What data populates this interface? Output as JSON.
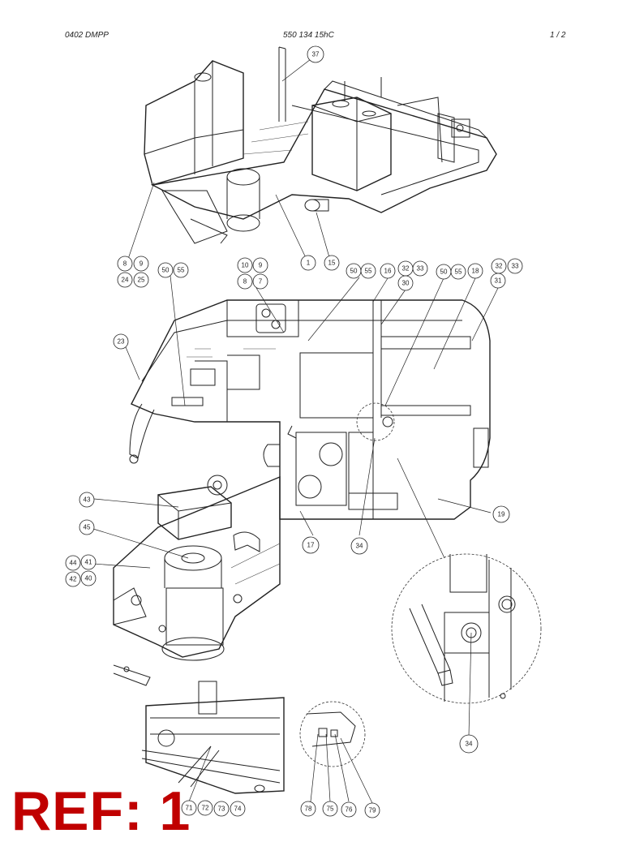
{
  "header": {
    "left": "0402 DMPP",
    "center": "550 134 15hC",
    "right": "1 /   2"
  },
  "reference": "REF: 1",
  "callouts": {
    "c37": "37",
    "c8a": "8",
    "c9a": "9",
    "c24": "24",
    "c25": "25",
    "c50a": "50",
    "c55a": "55",
    "c10": "10",
    "c9b": "9",
    "c8b": "8",
    "c7": "7",
    "c1": "1",
    "c15": "15",
    "c50b": "50",
    "c55b": "55",
    "c16": "16",
    "c32a": "32",
    "c33a": "33",
    "c30": "30",
    "c50c": "50",
    "c55c": "55",
    "c18": "18",
    "c32b": "32",
    "c33b": "33",
    "c31": "31",
    "c23": "23",
    "c43": "43",
    "c45": "45",
    "c44": "44",
    "c41": "41",
    "c42": "42",
    "c40": "40",
    "c17": "17",
    "c34a": "34",
    "c19": "19",
    "c34b": "34",
    "c71": "71",
    "c72": "72",
    "c73": "73",
    "c74": "74",
    "c78": "78",
    "c75": "75",
    "c76": "76",
    "c79": "79"
  }
}
